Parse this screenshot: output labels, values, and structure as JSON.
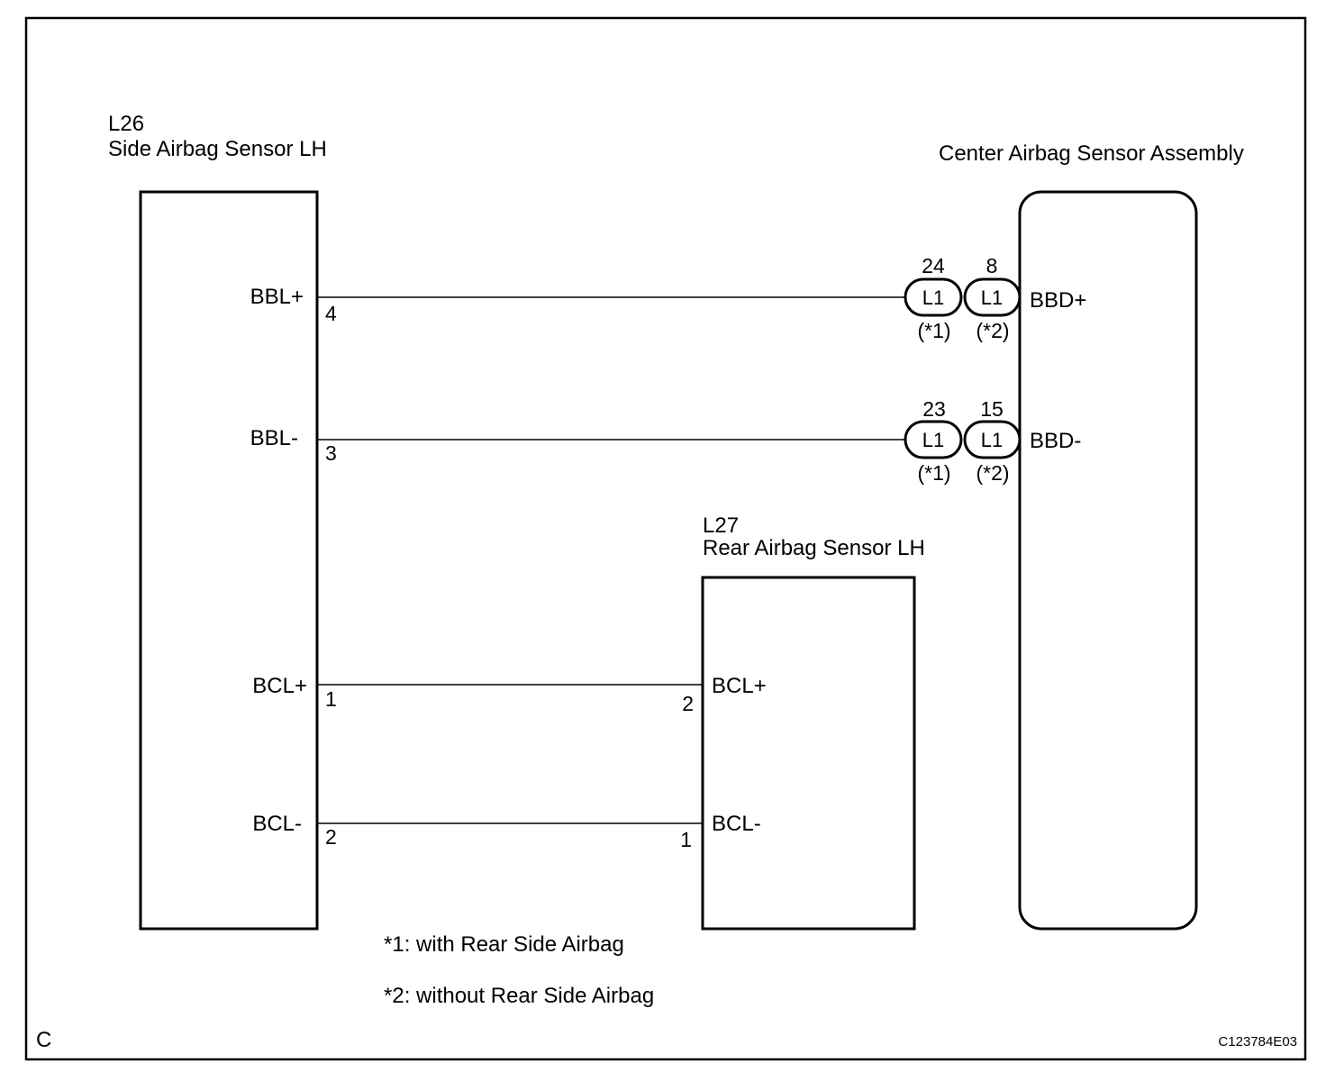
{
  "components": {
    "side_sensor": {
      "code": "L26",
      "name": "Side Airbag Sensor LH"
    },
    "rear_sensor": {
      "code": "L27",
      "name": "Rear Airbag Sensor LH"
    },
    "center_sensor": {
      "name": "Center Airbag Sensor Assembly"
    }
  },
  "side_terminals": [
    {
      "name": "BBL+",
      "pin": "4"
    },
    {
      "name": "BBL-",
      "pin": "3"
    },
    {
      "name": "BCL+",
      "pin": "1"
    },
    {
      "name": "BCL-",
      "pin": "2"
    }
  ],
  "rear_terminals": [
    {
      "name": "BCL+",
      "pin": "2"
    },
    {
      "name": "BCL-",
      "pin": "1"
    }
  ],
  "center_terminals": [
    {
      "name": "BBD+",
      "connectors": [
        {
          "pin": "24",
          "label": "L1",
          "note": "(*1)"
        },
        {
          "pin": "8",
          "label": "L1",
          "note": "(*2)"
        }
      ]
    },
    {
      "name": "BBD-",
      "connectors": [
        {
          "pin": "23",
          "label": "L1",
          "note": "(*1)"
        },
        {
          "pin": "15",
          "label": "L1",
          "note": "(*2)"
        }
      ]
    }
  ],
  "notes": [
    "*1: with Rear Side Airbag",
    "*2: without Rear Side Airbag"
  ],
  "corner_letter": "C",
  "figure_code": "C123784E03"
}
